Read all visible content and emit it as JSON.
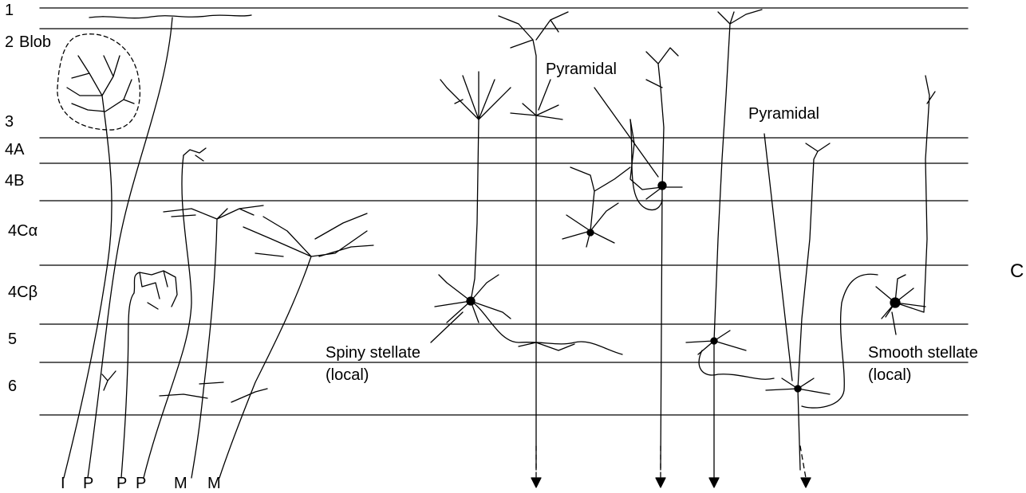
{
  "layers": [
    {
      "id": "l1",
      "label": "1"
    },
    {
      "id": "l2",
      "label": "2"
    },
    {
      "id": "l3",
      "label": "3"
    },
    {
      "id": "l4a",
      "label": "4A"
    },
    {
      "id": "l4b",
      "label": "4B"
    },
    {
      "id": "l4ca",
      "label": "4Cα"
    },
    {
      "id": "l4cb",
      "label": "4Cβ"
    },
    {
      "id": "l5",
      "label": "5"
    },
    {
      "id": "l6",
      "label": "6"
    }
  ],
  "blob_label": "Blob",
  "afferents": [
    "I",
    "P",
    "P",
    "P",
    "M",
    "M"
  ],
  "cells": {
    "pyramidal_1": "Pyramidal",
    "pyramidal_2": "Pyramidal",
    "spiny_stellate": "Spiny stellate",
    "spiny_stellate_note": "(local)",
    "smooth_stellate": "Smooth stellate",
    "smooth_stellate_note": "(local)"
  },
  "partial_edge_letter": "C"
}
